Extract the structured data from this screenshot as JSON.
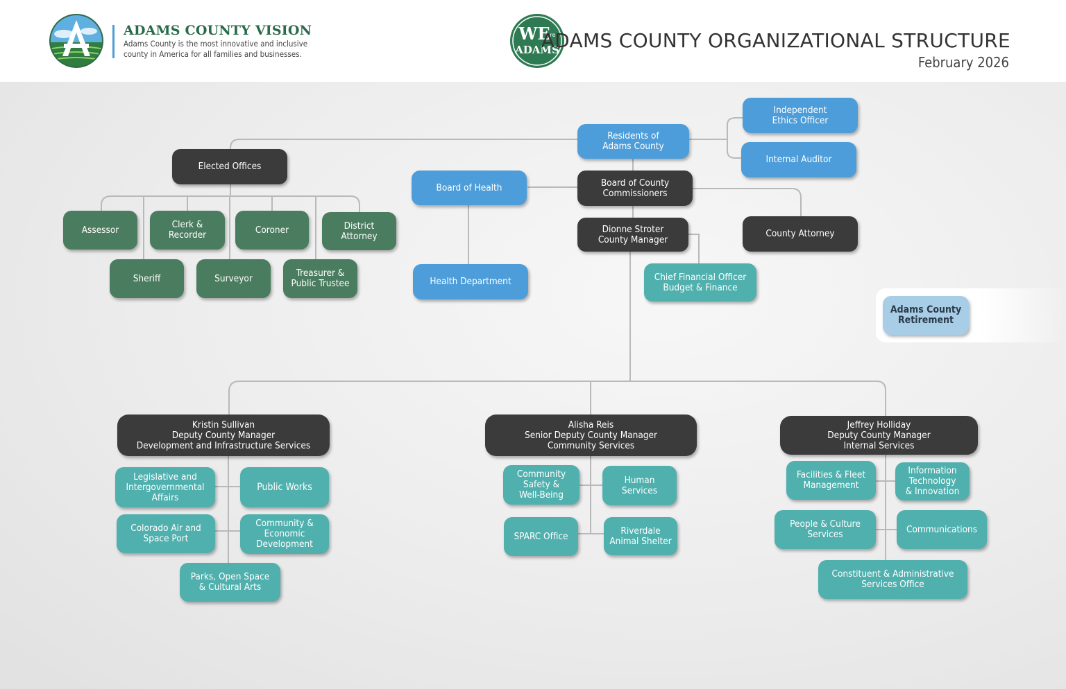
{
  "header": {
    "vision_title": "ADAMS COUNTY VISION",
    "vision_subtitle": "Adams County is the most innovative and inclusive\ncounty in America for all families and businesses.",
    "logo_text": "WE are ADAMS",
    "title": "ADAMS COUNTY ORGANIZATIONAL STRUCTURE",
    "date": "February 2026"
  },
  "colors": {
    "dark": "#3b3b3b",
    "green": "#4a7c5f",
    "blue": "#4c9dd9",
    "teal": "#4fb0ae",
    "light_blue": "#a8cde6"
  },
  "org": {
    "residents": "Residents of\nAdams County",
    "ethics": "Independent\nEthics Officer",
    "auditor": "Internal Auditor",
    "elected": "Elected Offices",
    "board_health": "Board of Health",
    "bocc": "Board of County\nCommissioners",
    "county_attorney": "County Attorney",
    "manager": "Dionne Stroter\nCounty Manager",
    "cfo": "Chief Financial Officer\nBudget & Finance",
    "health_dept": "Health Department",
    "retirement": "Adams County\nRetirement",
    "elected_offices": {
      "assessor": "Assessor",
      "clerk": "Clerk &\nRecorder",
      "coroner": "Coroner",
      "da": "District\nAttorney",
      "sheriff": "Sheriff",
      "surveyor": "Surveyor",
      "treasurer": "Treasurer &\nPublic Trustee"
    },
    "dev": {
      "head": "Kristin Sullivan\nDeputy County Manager\nDevelopment and Infrastructure Services",
      "legislative": "Legislative and\nIntergovernmental\nAffairs",
      "public_works": "Public Works",
      "spaceport": "Colorado Air and\nSpace Port",
      "econ": "Community &\nEconomic\nDevelopment",
      "parks": "Parks, Open Space\n& Cultural Arts"
    },
    "community": {
      "head": "Alisha Reis\nSenior Deputy County Manager\nCommunity Services",
      "safety": "Community\nSafety &\nWell-Being",
      "human": "Human\nServices",
      "sparc": "SPARC Office",
      "shelter": "Riverdale\nAnimal Shelter"
    },
    "internal": {
      "head": "Jeffrey Holliday\nDeputy County Manager\nInternal Services",
      "facilities": "Facilities & Fleet\nManagement",
      "it": "Information\nTechnology\n& Innovation",
      "people": "People & Culture\nServices",
      "comms": "Communications",
      "constituent": "Constituent & Administrative\nServices Office"
    }
  }
}
